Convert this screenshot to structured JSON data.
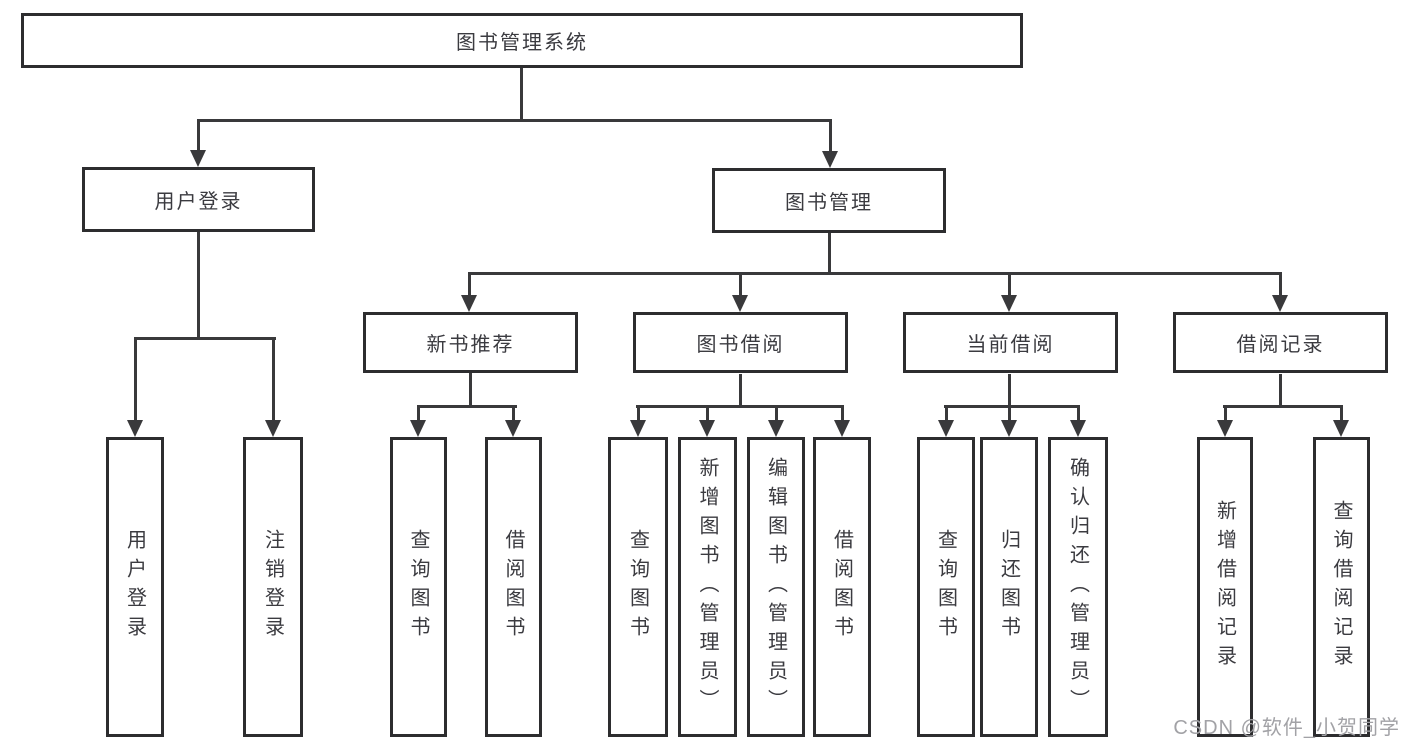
{
  "colors": {
    "line": "#39393b",
    "border": "#2d2d2f",
    "text": "#3b3b40",
    "watermark": "#a2a2a6",
    "background": "#ffffff"
  },
  "watermark": {
    "text": "CSDN @软件_小贺同学"
  },
  "diagram": {
    "root": {
      "label": "图书管理系统"
    },
    "branches": [
      {
        "label": "用户登录",
        "children": [
          {
            "label": "用户登录"
          },
          {
            "label": "注销登录"
          }
        ]
      },
      {
        "label": "图书管理",
        "children": [
          {
            "label": "新书推荐",
            "children": [
              {
                "label": "查询图书"
              },
              {
                "label": "借阅图书"
              }
            ]
          },
          {
            "label": "图书借阅",
            "children": [
              {
                "label": "查询图书"
              },
              {
                "label": "新增图书（管理员）"
              },
              {
                "label": "编辑图书（管理员）"
              },
              {
                "label": "借阅图书"
              }
            ]
          },
          {
            "label": "当前借阅",
            "children": [
              {
                "label": "查询图书"
              },
              {
                "label": "归还图书"
              },
              {
                "label": "确认归还（管理员）"
              }
            ]
          },
          {
            "label": "借阅记录",
            "children": [
              {
                "label": "新增借阅记录"
              },
              {
                "label": "查询借阅记录"
              }
            ]
          }
        ]
      }
    ]
  }
}
